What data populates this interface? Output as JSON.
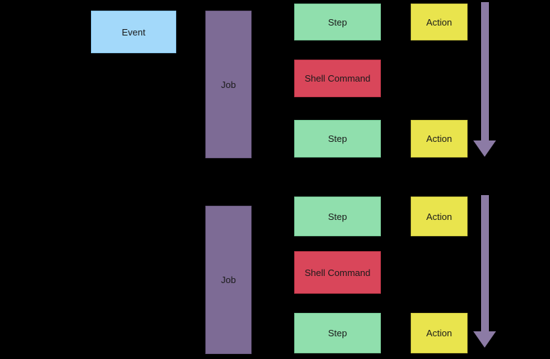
{
  "diagram": {
    "type": "flow-diagram",
    "background": "#000000",
    "colors": {
      "background": "#000000",
      "event_fill": "#a3d9fa",
      "event_border": "#84c3ea",
      "job_fill": "#7d6b95",
      "job_border": "#6b5a82",
      "step_fill": "#90dfad",
      "step_border": "#74c794",
      "shell_fill": "#d9465a",
      "shell_border": "#bd3547",
      "action_fill": "#e9e44d",
      "action_border": "#cdc83e",
      "arrow_color": "#8c7ba5",
      "label_color": "#1a1a1a"
    },
    "event": {
      "label": "Event"
    },
    "groups": [
      {
        "job": {
          "label": "Job"
        },
        "items": [
          {
            "kind": "step",
            "label": "Step"
          },
          {
            "kind": "shell-command",
            "label": "Shell Command"
          },
          {
            "kind": "step",
            "label": "Step"
          }
        ],
        "actions": [
          {
            "label": "Action"
          },
          {
            "label": "Action"
          }
        ],
        "arrow": {
          "direction": "down"
        }
      },
      {
        "job": {
          "label": "Job"
        },
        "items": [
          {
            "kind": "step",
            "label": "Step"
          },
          {
            "kind": "shell-command",
            "label": "Shell Command"
          },
          {
            "kind": "step",
            "label": "Step"
          }
        ],
        "actions": [
          {
            "label": "Action"
          },
          {
            "label": "Action"
          }
        ],
        "arrow": {
          "direction": "down"
        }
      }
    ]
  }
}
